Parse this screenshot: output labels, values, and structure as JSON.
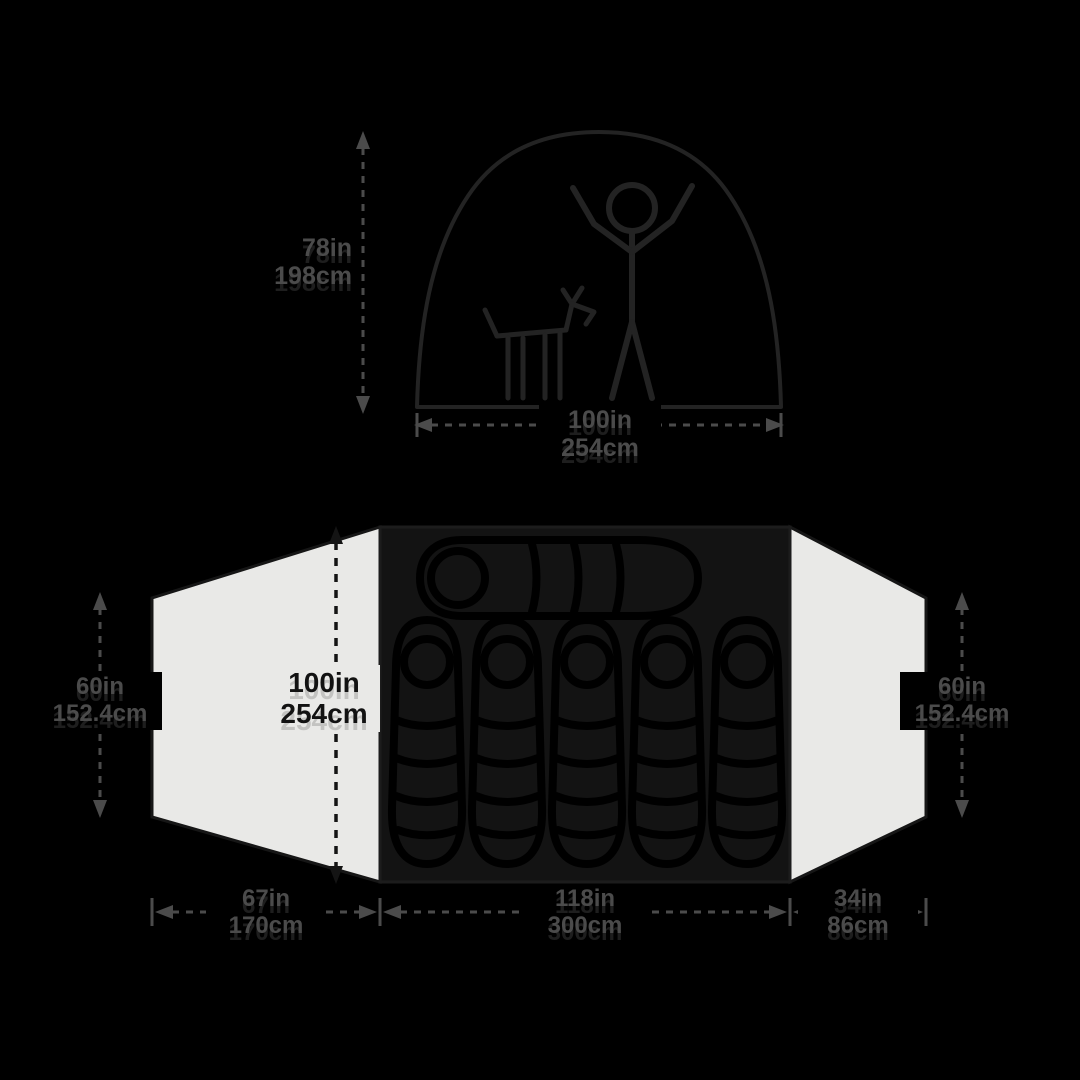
{
  "front_view": {
    "height": {
      "imperial": "78in",
      "metric": "198cm"
    },
    "width": {
      "imperial": "100in",
      "metric": "254cm"
    }
  },
  "floor_plan": {
    "interior_width": {
      "imperial": "100in",
      "metric": "254cm"
    },
    "left_side_width": {
      "imperial": "60in",
      "metric": "152.4cm"
    },
    "right_side_width": {
      "imperial": "60in",
      "metric": "152.4cm"
    },
    "front_vestibule_depth": {
      "imperial": "67in",
      "metric": "170cm"
    },
    "floor_length": {
      "imperial": "118in",
      "metric": "300cm"
    },
    "rear_vestibule_depth": {
      "imperial": "34in",
      "metric": "86cm"
    },
    "sleeping_bag_count": 6
  },
  "colors": {
    "background": "#000000",
    "outline": "#232323",
    "dimension_line": "#4b4b4b",
    "vestibule_fill": "#e9e9e7",
    "floor_fill": "#131313",
    "bag_stroke": "#000000"
  }
}
